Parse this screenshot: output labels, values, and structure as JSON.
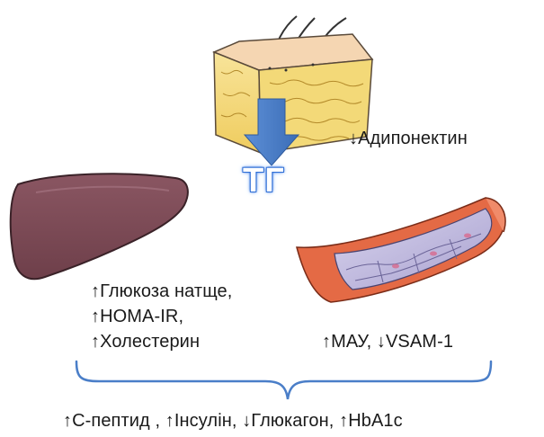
{
  "labels": {
    "adiponectin": "↓Адипонектин",
    "tg": "ТГ",
    "liver_line1": "↑Глюкоза натще,",
    "liver_line2": "↑HOMA-IR,",
    "liver_line3": "↑Холестерин",
    "vessel": "↑МАУ, ↓VSAM-1",
    "bottom": "↑С-пептид , ↑Інсулін, ↓Глюкагон, ↑HbA1c"
  },
  "colors": {
    "arrow": "#4a7ec8",
    "brace": "#4a7ec8",
    "fat": "#f6e38c",
    "fat_top": "#f7d9b4",
    "liver": "#7b4a55",
    "vessel_outer": "#e46a45",
    "vessel_inner": "#c9c3e0"
  },
  "icons": [
    "adipose-tissue-icon",
    "liver-icon",
    "blood-vessel-icon",
    "down-arrow-icon",
    "curly-brace-icon"
  ]
}
